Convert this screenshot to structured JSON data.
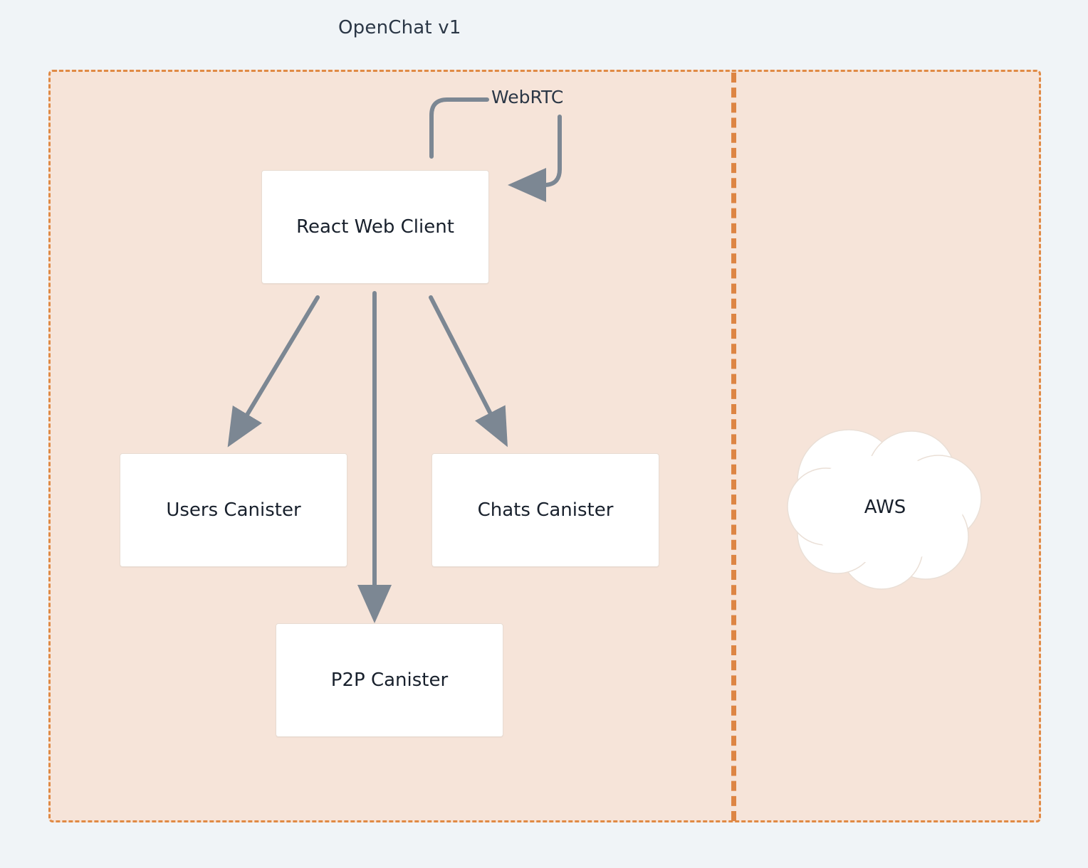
{
  "diagram": {
    "title": "OpenChat v1",
    "nodes": {
      "react_web_client": "React Web Client",
      "users_canister": "Users Canister",
      "chats_canister": "Chats Canister",
      "p2p_canister": "P2P Canister",
      "aws": "AWS"
    },
    "edges": [
      {
        "from": "react_web_client",
        "to": "users_canister",
        "label": ""
      },
      {
        "from": "react_web_client",
        "to": "p2p_canister",
        "label": ""
      },
      {
        "from": "react_web_client",
        "to": "chats_canister",
        "label": ""
      },
      {
        "from": "react_web_client",
        "to": "react_web_client",
        "label": "WebRTC"
      }
    ],
    "colors": {
      "background": "#f0f4f7",
      "region_fill": "#f6e4d9",
      "region_border": "#e08a45",
      "arrow": "#7c8793",
      "node_fill": "#ffffff"
    }
  }
}
